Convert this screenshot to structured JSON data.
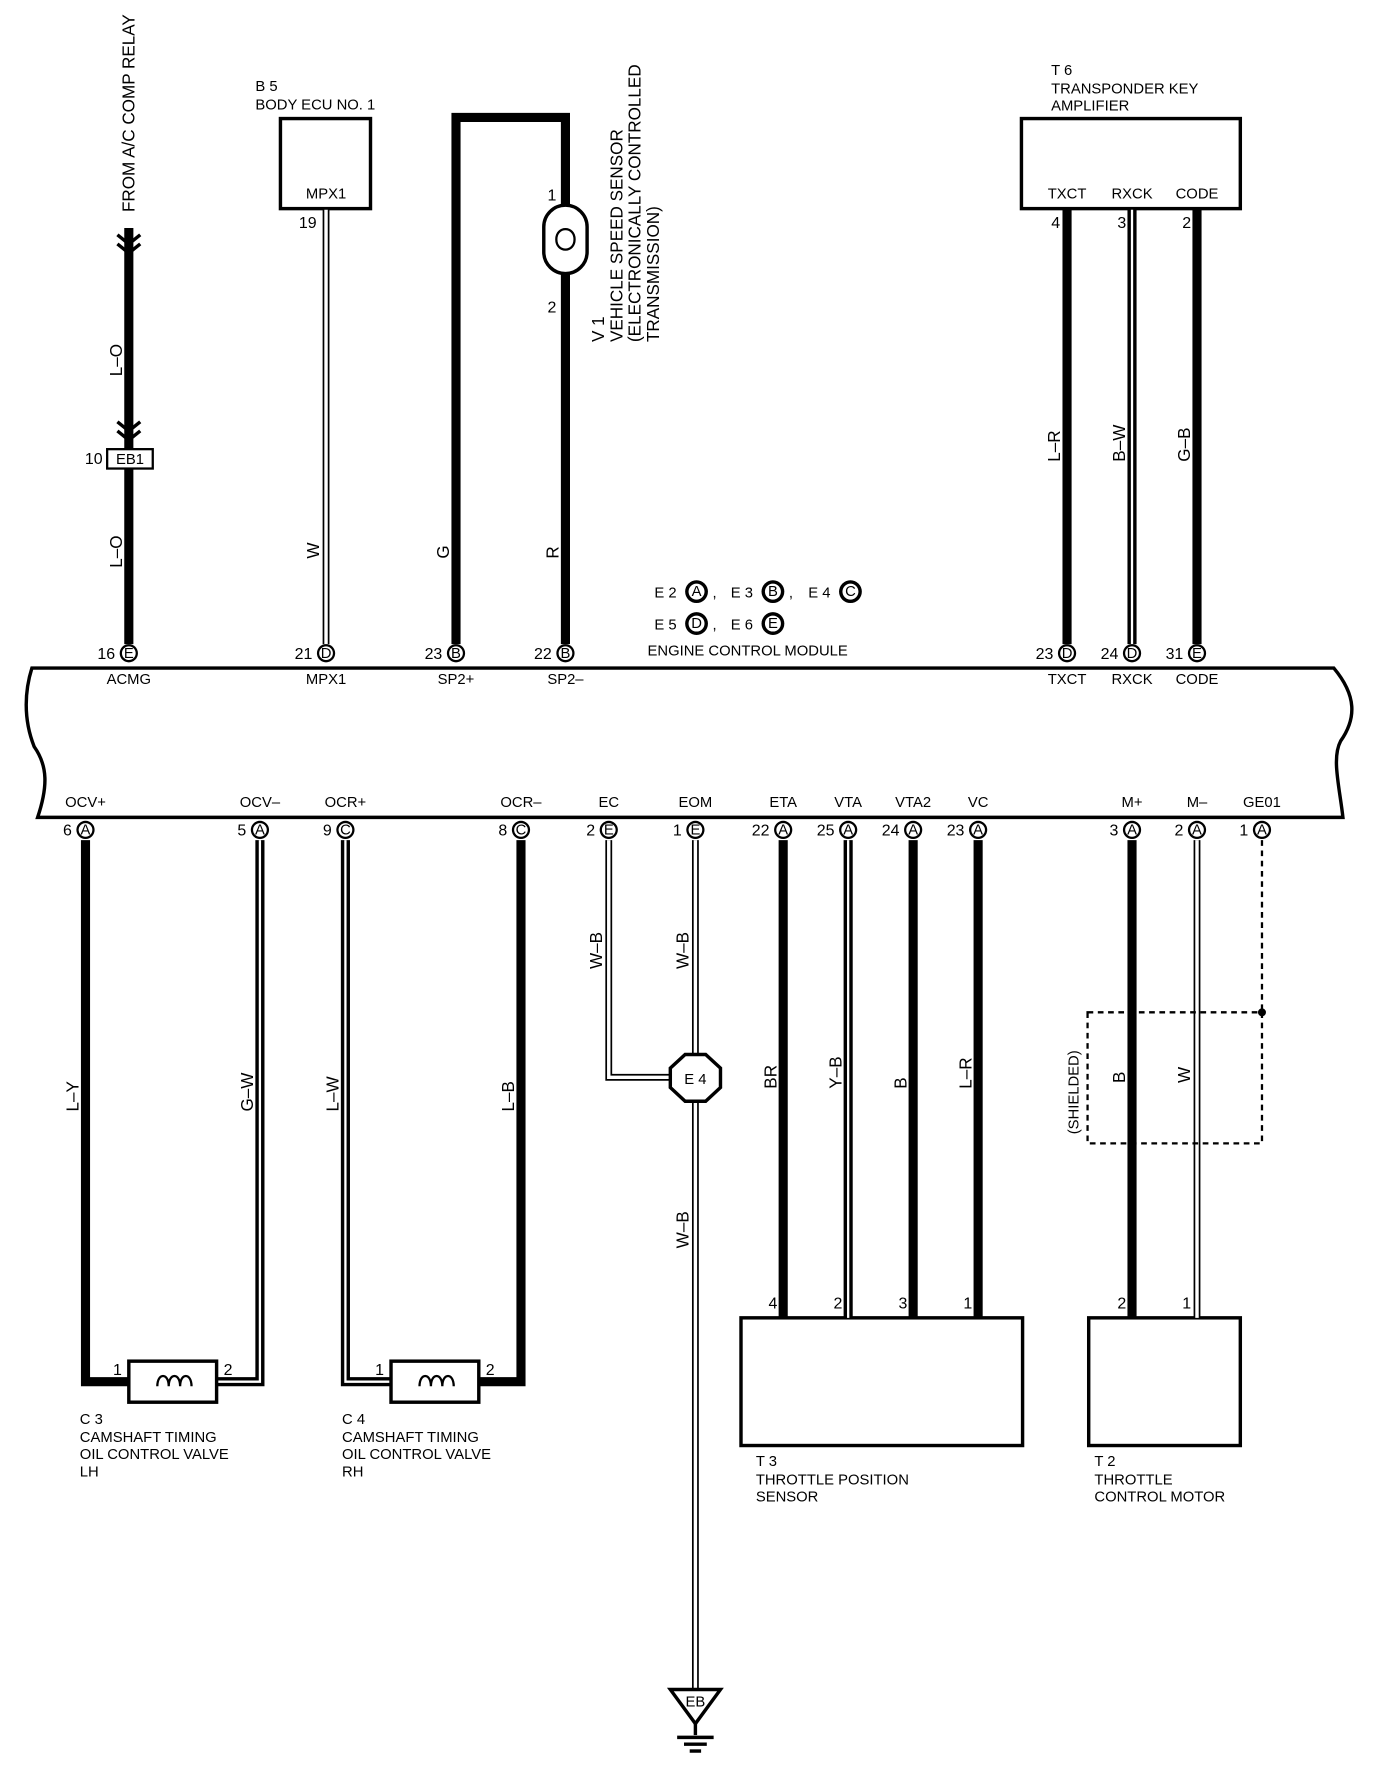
{
  "ecm": {
    "name": "ENGINE CONTROL MODULE",
    "connectors": [
      {
        "code": "E 2",
        "letter": "A"
      },
      {
        "code": "E 3",
        "letter": "B"
      },
      {
        "code": "E 4",
        "letter": "C"
      },
      {
        "code": "E 5",
        "letter": "D"
      },
      {
        "code": "E 6",
        "letter": "E"
      }
    ]
  },
  "top_wires": [
    {
      "terminal": "ACMG",
      "pin": "16",
      "conn": "E",
      "color": "L–O",
      "color2": "L–O",
      "weight": "heavy"
    },
    {
      "terminal": "MPX1",
      "pin": "21",
      "conn": "D",
      "color": "W",
      "weight": "light",
      "far_pin": "19"
    },
    {
      "terminal": "SP2+",
      "pin": "23",
      "conn": "B",
      "color": "G",
      "weight": "heavy"
    },
    {
      "terminal": "SP2–",
      "pin": "22",
      "conn": "B",
      "color": "R",
      "weight": "heavy"
    },
    {
      "terminal": "TXCT",
      "pin": "23",
      "conn": "D",
      "color": "L–R",
      "weight": "heavy",
      "far_pin": "4"
    },
    {
      "terminal": "RXCK",
      "pin": "24",
      "conn": "D",
      "color": "B–W",
      "weight": "double",
      "far_pin": "3"
    },
    {
      "terminal": "CODE",
      "pin": "31",
      "conn": "E",
      "color": "G–B",
      "weight": "heavy",
      "far_pin": "2"
    }
  ],
  "bottom_wires": [
    {
      "terminal": "OCV+",
      "pin": "6",
      "conn": "A",
      "color": "L–Y",
      "weight": "heavy"
    },
    {
      "terminal": "OCV–",
      "pin": "5",
      "conn": "A",
      "color": "G–W",
      "weight": "double"
    },
    {
      "terminal": "OCR+",
      "pin": "9",
      "conn": "C",
      "color": "L–W",
      "weight": "double"
    },
    {
      "terminal": "OCR–",
      "pin": "8",
      "conn": "C",
      "color": "L–B",
      "weight": "heavy"
    },
    {
      "terminal": "EC",
      "pin": "2",
      "conn": "E",
      "color": "W–B",
      "weight": "light"
    },
    {
      "terminal": "EOM",
      "pin": "1",
      "conn": "E",
      "color": "W–B",
      "weight": "light"
    },
    {
      "terminal": "ETA",
      "pin": "22",
      "conn": "A",
      "color": "BR",
      "weight": "heavy",
      "far_pin": "4"
    },
    {
      "terminal": "VTA",
      "pin": "25",
      "conn": "A",
      "color": "Y–B",
      "weight": "double",
      "far_pin": "2"
    },
    {
      "terminal": "VTA2",
      "pin": "24",
      "conn": "A",
      "color": "B",
      "weight": "heavy",
      "far_pin": "3"
    },
    {
      "terminal": "VC",
      "pin": "23",
      "conn": "A",
      "color": "L–R",
      "weight": "heavy",
      "far_pin": "1"
    },
    {
      "terminal": "M+",
      "pin": "3",
      "conn": "A",
      "color": "B",
      "weight": "heavy",
      "far_pin": "2"
    },
    {
      "terminal": "M–",
      "pin": "2",
      "conn": "A",
      "color": "W",
      "weight": "light",
      "far_pin": "1"
    },
    {
      "terminal": "GE01",
      "pin": "1",
      "conn": "A",
      "weight": "dashed"
    }
  ],
  "components": {
    "ac_relay": "FROM A/C COMP RELAY",
    "junction_eb1": {
      "pin": "10",
      "label": "EB1"
    },
    "b5": {
      "id": "B 5",
      "name": "BODY ECU NO. 1",
      "terminal": "MPX1"
    },
    "v1": {
      "id": "V 1",
      "lines": [
        "VEHICLE SPEED SENSOR",
        "(ELECTRONICALLY CONTROLLED",
        "TRANSMISSION)"
      ],
      "pin_top": "1",
      "pin_bottom": "2"
    },
    "t6": {
      "id": "T 6",
      "lines": [
        "TRANSPONDER KEY",
        "AMPLIFIER"
      ],
      "terminals": [
        "TXCT",
        "RXCK",
        "CODE"
      ]
    },
    "c3": {
      "id": "C 3",
      "lines": [
        "CAMSHAFT TIMING",
        "OIL CONTROL VALVE",
        "LH"
      ],
      "pin1": "1",
      "pin2": "2"
    },
    "c4": {
      "id": "C 4",
      "lines": [
        "CAMSHAFT TIMING",
        "OIL CONTROL VALVE",
        "RH"
      ],
      "pin1": "1",
      "pin2": "2"
    },
    "e4_junction": "E 4",
    "ground_wire": "W–B",
    "ground_label": "EB",
    "t3": {
      "id": "T 3",
      "lines": [
        "THROTTLE POSITION",
        "SENSOR"
      ]
    },
    "t2": {
      "id": "T 2",
      "lines": [
        "THROTTLE",
        "CONTROL MOTOR"
      ]
    },
    "shielded": "(SHIELDED)"
  }
}
